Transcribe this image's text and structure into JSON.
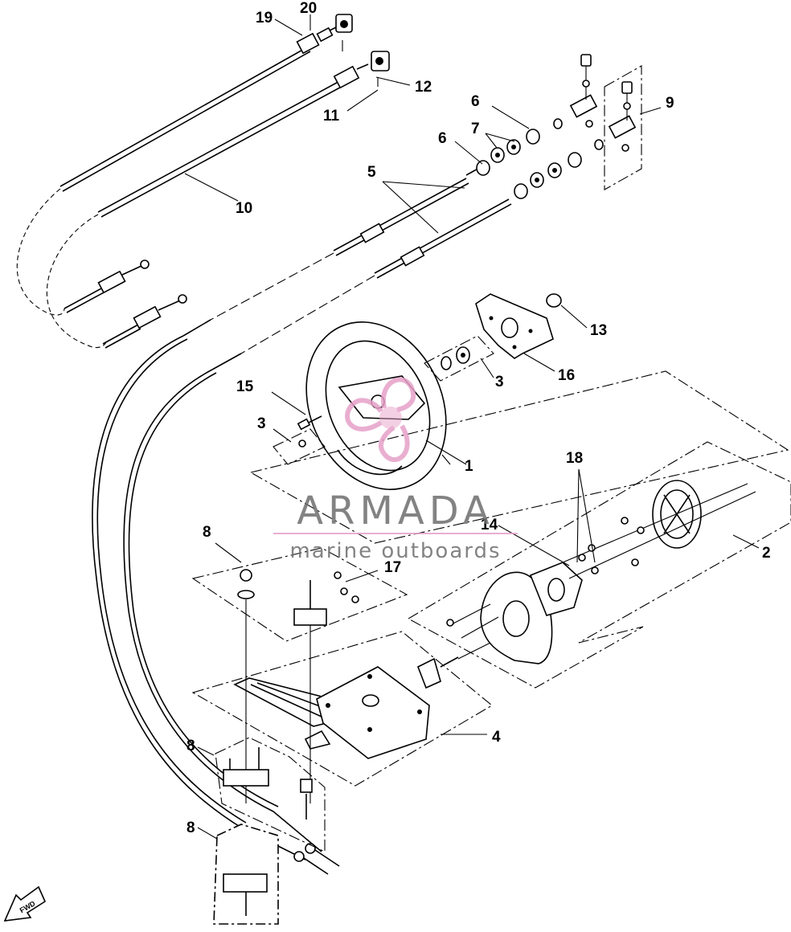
{
  "diagram": {
    "callouts": [
      {
        "id": "c1",
        "label": "1"
      },
      {
        "id": "c2",
        "label": "2"
      },
      {
        "id": "c3a",
        "label": "3"
      },
      {
        "id": "c3b",
        "label": "3"
      },
      {
        "id": "c4",
        "label": "4"
      },
      {
        "id": "c5",
        "label": "5"
      },
      {
        "id": "c6a",
        "label": "6"
      },
      {
        "id": "c6b",
        "label": "6"
      },
      {
        "id": "c7",
        "label": "7"
      },
      {
        "id": "c8a",
        "label": "8"
      },
      {
        "id": "c8b",
        "label": "8"
      },
      {
        "id": "c8c",
        "label": "8"
      },
      {
        "id": "c9",
        "label": "9"
      },
      {
        "id": "c10",
        "label": "10"
      },
      {
        "id": "c11",
        "label": "11"
      },
      {
        "id": "c12",
        "label": "12"
      },
      {
        "id": "c13",
        "label": "13"
      },
      {
        "id": "c14",
        "label": "14"
      },
      {
        "id": "c15",
        "label": "15"
      },
      {
        "id": "c16",
        "label": "16"
      },
      {
        "id": "c17",
        "label": "17"
      },
      {
        "id": "c18",
        "label": "18"
      },
      {
        "id": "c19",
        "label": "19"
      },
      {
        "id": "c20",
        "label": "20"
      }
    ],
    "direction_marker": "FWD"
  },
  "watermark": {
    "brand": "ARMADA",
    "tagline": "marine outboards",
    "brand_color": "#6e6e6e",
    "accent_color": "#e6a1c8"
  }
}
